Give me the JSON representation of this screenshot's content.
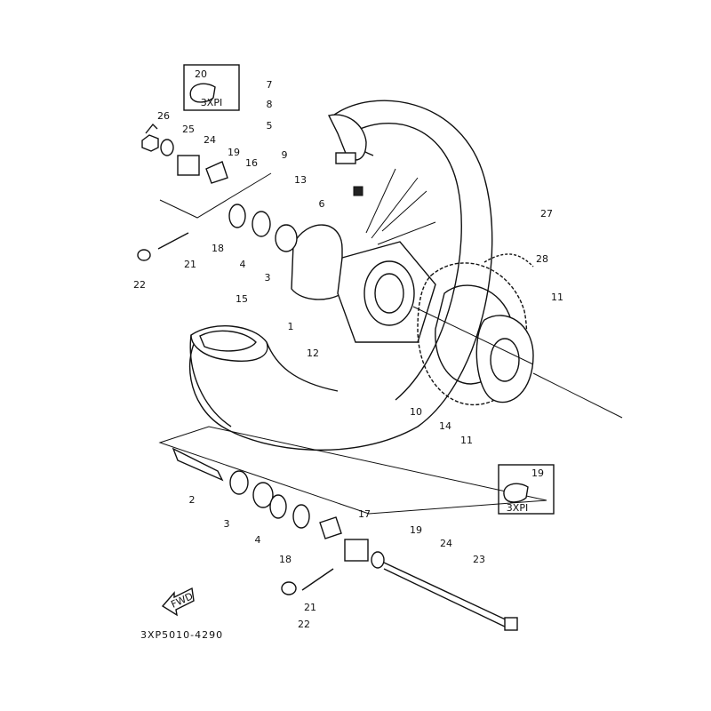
{
  "diagram": {
    "part_labels": [
      "20",
      "3XPI",
      "7",
      "8",
      "5",
      "9",
      "13",
      "6",
      "26",
      "25",
      "24",
      "19",
      "16",
      "18",
      "4",
      "3",
      "21",
      "22",
      "27",
      "28",
      "11",
      "15",
      "1",
      "12",
      "10",
      "14",
      "11",
      "2",
      "3",
      "4",
      "18",
      "17",
      "19",
      "24",
      "23",
      "21",
      "22",
      "19",
      "3XPI"
    ],
    "fwd_label": "FWD",
    "drawing_code": "3XP5010-4290",
    "line_color": "#111111",
    "background": "#ffffff"
  }
}
